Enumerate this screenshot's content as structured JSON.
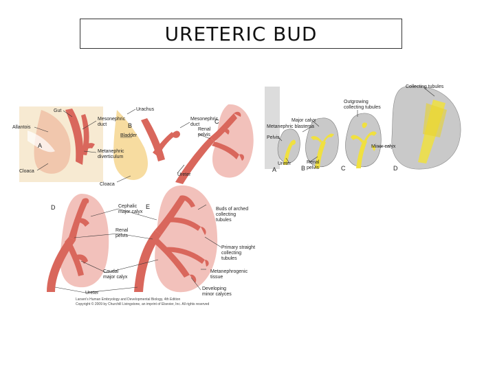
{
  "title": "URETERIC BUD",
  "panel_left": {
    "letters": {
      "a": "A",
      "b": "B",
      "c": "C",
      "d": "D",
      "e": "E"
    },
    "labels": {
      "gut": "Gut",
      "allantois": "Allantois",
      "mesonephric_duct_a_1": "Mesonephric",
      "mesonephric_duct_a_2": "duct",
      "metanephric_div_1": "Metanephric",
      "metanephric_div_2": "diverticulum",
      "cloaca_a": "Cloaca",
      "urachus": "Urachus",
      "bladder": "Bladder",
      "cloaca_b": "Cloaca",
      "mesonephric_duct_c_1": "Mesonephric",
      "mesonephric_duct_c_2": "duct",
      "renal_pelvis_1": "Renal",
      "renal_pelvis_2": "pelvis",
      "ureter_c": "Ureter",
      "cephalic_1": "Cephalic",
      "cephalic_2": "major calyx",
      "renal_pelvis_d_1": "Renal",
      "renal_pelvis_d_2": "pelvis",
      "caudal_1": "Caudal",
      "caudal_2": "major calyx",
      "ureter_d": "Ureter",
      "buds_1": "Buds of arched",
      "buds_2": "collecting",
      "buds_3": "tubules",
      "primary_1": "Primary straight",
      "primary_2": "collecting",
      "primary_3": "tubules",
      "metaneph_1": "Metanephrogenic",
      "metaneph_2": "tissue",
      "developing_1": "Developing",
      "developing_2": "minor calyces"
    },
    "caption_1": "Larsen's Human Embryology and Developmental Biology, 4th Edition",
    "caption_2": "Copyright © 2009 by Churchill Livingstone, an imprint of Elsevier, Inc. All rights reserved"
  },
  "panel_right": {
    "letters": {
      "a": "A",
      "b": "B",
      "c": "C",
      "d": "D"
    },
    "labels": {
      "collecting": "Collecting tubules",
      "outgrowing_1": "Outgrowing",
      "outgrowing_2": "collecting tubules",
      "major_calyx": "Major calyx",
      "metaneph_blastema": "Metanephric blastema",
      "pelvis": "Pelvis",
      "ureter": "Ureter",
      "renal_1": "Renal",
      "renal_2": "pelvis",
      "minor_calyx": "Minor calyx"
    }
  },
  "colors": {
    "tissue_pink": "#f2c1bb",
    "bud_red": "#d9675c",
    "yolk": "#f6e6c8",
    "gray_tissue": "#c9c9c9",
    "yellow_bud": "#f0e040"
  }
}
